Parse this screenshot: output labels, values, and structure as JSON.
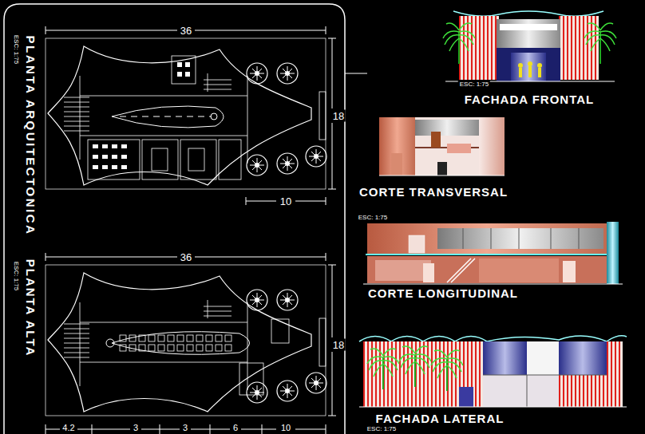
{
  "diagram": {
    "labels": [
      "PLANTA ARQUITECTONICA",
      "ESC: 1:75",
      "36",
      "18",
      "10",
      "PLANTA ALTA",
      "ESC: 1:75",
      "36",
      "18",
      "4.2",
      "3",
      "3",
      "6",
      "10",
      "FACHADA FRONTAL",
      "ESC: 1:75",
      "CORTE TRANSVERSAL",
      "ESC: 1:75",
      "CORTE LONGITUDINAL",
      "FACHADA LATERAL",
      "ESC: 1:75"
    ]
  }
}
